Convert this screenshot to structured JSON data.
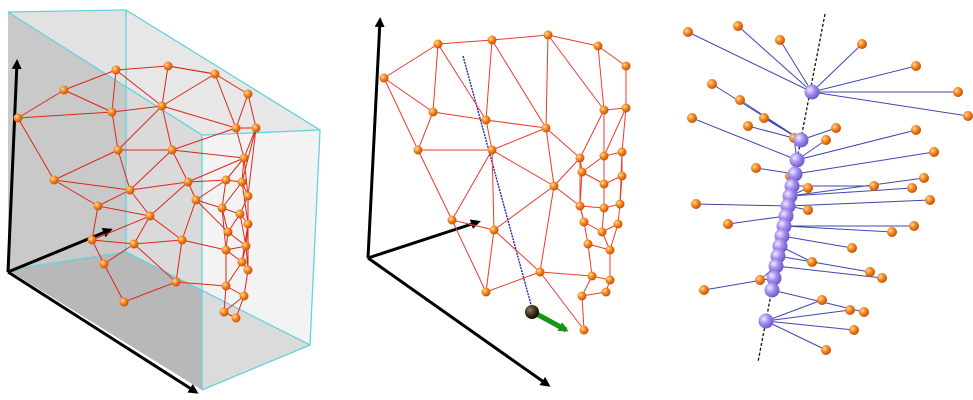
{
  "figure": {
    "panels": [
      {
        "id": "panel-1",
        "description_name": "mesh-in-bounding-box",
        "colors": {
          "box_fill": "#c8c8c8",
          "box_edge": "#63d3dc",
          "mesh_edge": "#e0261a",
          "node": "#f07d1a",
          "axis": "#000000"
        }
      },
      {
        "id": "panel-2",
        "description_name": "mesh-with-principal-axis",
        "colors": {
          "mesh_edge": "#f0392b",
          "node": "#f07d1a",
          "axis": "#000000",
          "principal_axis": "#1a2aa8",
          "vector": "#169413",
          "pivot": "#3b2a14"
        }
      },
      {
        "id": "panel-3",
        "description_name": "projection-onto-axis",
        "colors": {
          "projection_line": "#3f47b0",
          "axis_line": "#111111",
          "node": "#f07d1a",
          "projected_node": "#a78ff0"
        }
      }
    ]
  }
}
